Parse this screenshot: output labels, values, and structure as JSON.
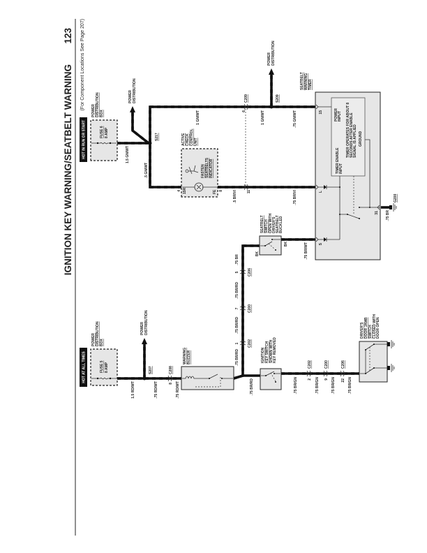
{
  "header": {
    "title": "IGNITION KEY WARNING/SEATBELT WARNING",
    "page_number": "123",
    "subtitle": "(For Component Locations See Page 207)"
  },
  "left_circuit": {
    "hot_label": "HOT AT ALL TIMES",
    "pdb": [
      "POWER",
      "DISTRIBUTION",
      "BOX"
    ],
    "fuse": [
      "FUSE 5",
      "8 AMP"
    ],
    "power_dist": [
      "POWER",
      "DISTRIBUTION"
    ],
    "splice": "S207",
    "wires": [
      "1.5 RD/WT",
      ".75 RD/WT",
      ".75 RD/WT",
      ".75 BR/RD",
      ".75 BR/RD",
      ".75 BR/RD",
      ".75 BR",
      ".75 BR/RD",
      ".75 BR/WT"
    ],
    "c208": {
      "pin": "8",
      "name": "C208"
    },
    "buzzer": [
      "WARNING",
      "BUZZER"
    ],
    "connectors_top": [
      {
        "pin": "1",
        "name": "C202"
      },
      {
        "pin": "7",
        "name": "C200"
      },
      {
        "pin": "5",
        "name": "C206"
      }
    ],
    "seatbelt_switch": {
      "title": [
        "SEATBELT",
        "SWITCH"
      ],
      "desc": [
        "OPEN WITH",
        "DRIVER'S",
        "SEATBELT",
        "BUCKLED"
      ],
      "bk": "BK"
    },
    "ignition_switch": {
      "title": [
        "IGNITION",
        "KEY SWITCH"
      ],
      "desc": [
        "SHOWN WITH",
        "KEY REMOVED"
      ]
    },
    "lower_wires": [
      ".75 BR/GN",
      ".75 BR/GN",
      ".75 BR/GN",
      ".75 BR/GN"
    ],
    "connectors_bottom": [
      {
        "pin": "2",
        "name": "C202"
      },
      {
        "pin": "9",
        "name": "C200"
      },
      {
        "pin": "22",
        "name": "C206"
      }
    ],
    "door_switch": {
      "title": [
        "DRIVER'S",
        "DOOR JAMB",
        "SWITCH"
      ],
      "desc": [
        "CLOSED WITH",
        "DOOR OPEN"
      ]
    }
  },
  "right_circuit": {
    "hot_label": "HOT IN RUN OR START",
    "pdb": [
      "POWER",
      "DISTRIBUTION",
      "BOX"
    ],
    "fuse": [
      "FUSE 6",
      "8 AMP"
    ],
    "power_dist": [
      "POWER",
      "DISTRIBUTION"
    ],
    "power_dist2": [
      "POWER",
      "DISTRIBUTION"
    ],
    "splice": "S217",
    "splice2": "S209",
    "wires": [
      "1.5 GN/WT",
      ".5 GN/WT",
      "1 GN/WT",
      "1 GN/WT",
      ".75 GN/WT",
      ".5 BR/VI",
      ".75 BR/VI"
    ],
    "c209": {
      "name": "C209",
      "pin_a": "6",
      "pin_b": "11"
    },
    "check_unit": {
      "title": [
        "ACTIVE",
        "CHECK",
        "CONTROL",
        "UNIT"
      ],
      "pin_in": "4",
      "pin_in_label": "15R",
      "pin_out": "8",
      "pin_out_label": "FE",
      "indicator": [
        "FASTEN",
        "SEATBELTS",
        "INDICATOR"
      ]
    },
    "timer": {
      "title": [
        "SEATBELT",
        "WARNING",
        "TIMER"
      ],
      "pins": {
        "p15": "15",
        "pL": "L",
        "pS": "S",
        "p31": "31"
      },
      "power_input": [
        "POWER",
        "INPUT"
      ],
      "enable_input": [
        "TIMER ENABLE",
        "INPUT"
      ],
      "note": [
        "TIMER OPERATES FOR ABOUT 8",
        "SECONDS AFTER ENABLE",
        "SIGNAL IS APPLIED"
      ],
      "ground": "GROUND"
    },
    "ground_wire": ".75 BR",
    "ground": "G200"
  }
}
